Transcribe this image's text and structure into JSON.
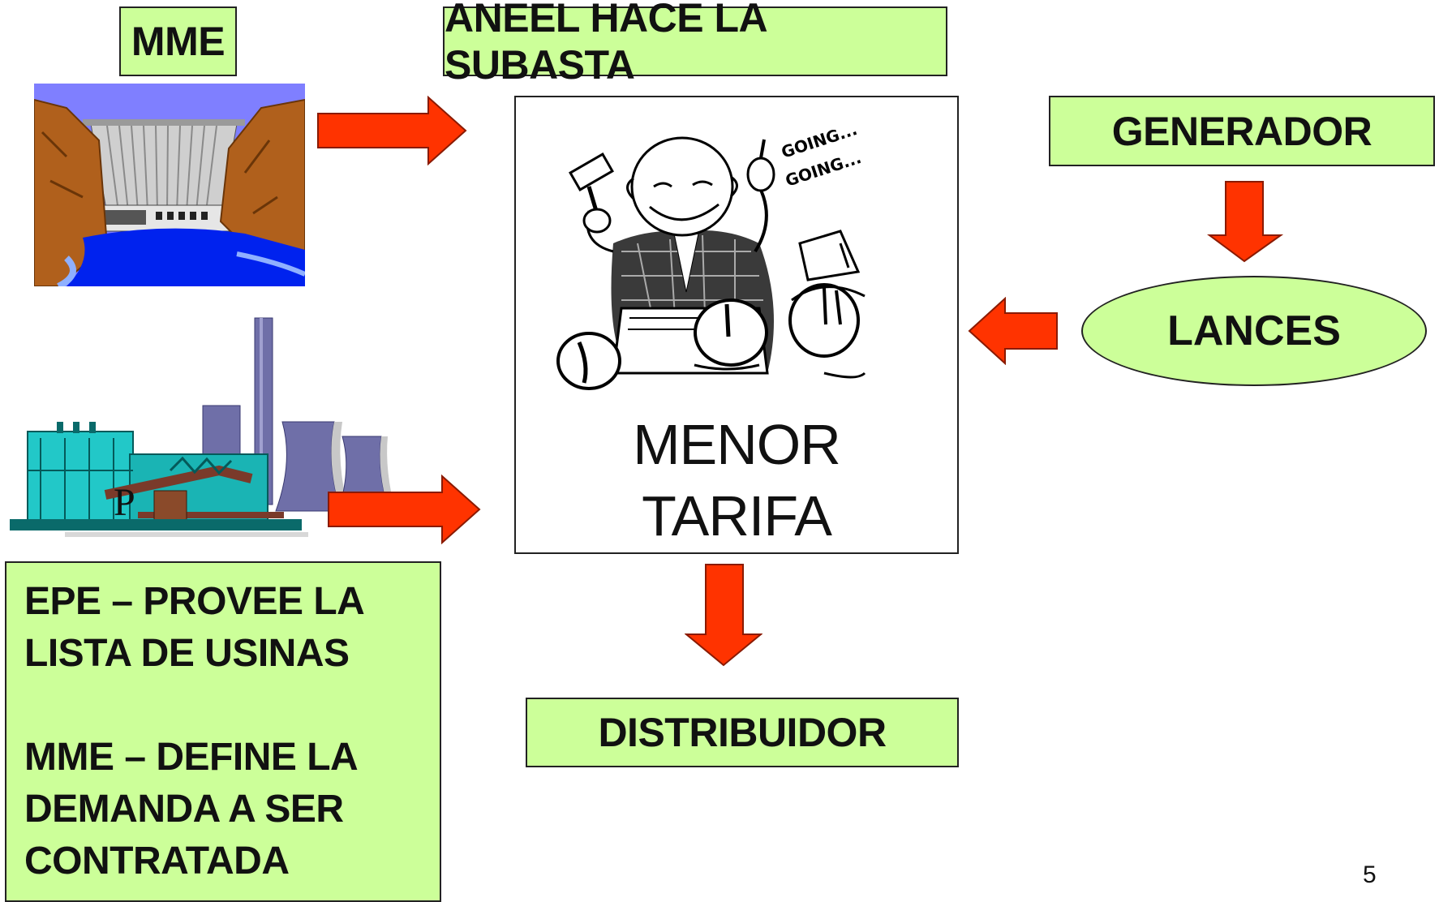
{
  "labels": {
    "mme": "MME",
    "aneel": "ANEEL HACE LA SUBASTA",
    "generador": "GENERADOR",
    "lances": "LANCES",
    "menor": "MENOR",
    "tarifa": "TARIFA",
    "distribuidor": "DISTRIBUIDOR",
    "going1": "GOING...",
    "going2": "GOING..."
  },
  "epe_note": {
    "line1": "EPE – PROVEE LA",
    "line2": "LISTA DE USINAS",
    "line3": "MME – DEFINE LA",
    "line4": "DEMANDA A SER",
    "line5": "CONTRATADA"
  },
  "stray_text": "P",
  "page_number": "5",
  "colors": {
    "box_fill": "#ccff99",
    "arrow_fill": "#ff3300",
    "water": "#0022ee",
    "sky": "#7f7fff",
    "rock": "#b0601c",
    "plant_teal": "#22c8c8",
    "tower_purple": "#6f6fa8"
  }
}
